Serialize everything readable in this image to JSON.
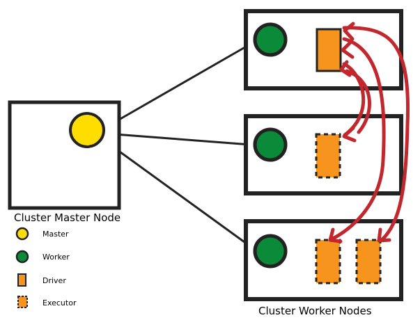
{
  "labels": {
    "master_node": "Cluster Master Node",
    "worker_nodes": "Cluster Worker Nodes"
  },
  "legend": [
    {
      "symbol": "master-circle",
      "label": "Master"
    },
    {
      "symbol": "worker-circle",
      "label": "Worker"
    },
    {
      "symbol": "driver-rect",
      "label": "Driver"
    },
    {
      "symbol": "executor-rect",
      "label": "Executor"
    }
  ],
  "colors": {
    "master": "#FFDD00",
    "worker": "#0B8A3A",
    "driver": "#F7941D",
    "executor": "#F7941D",
    "arrow": "#C1272D",
    "border": "#222222"
  }
}
